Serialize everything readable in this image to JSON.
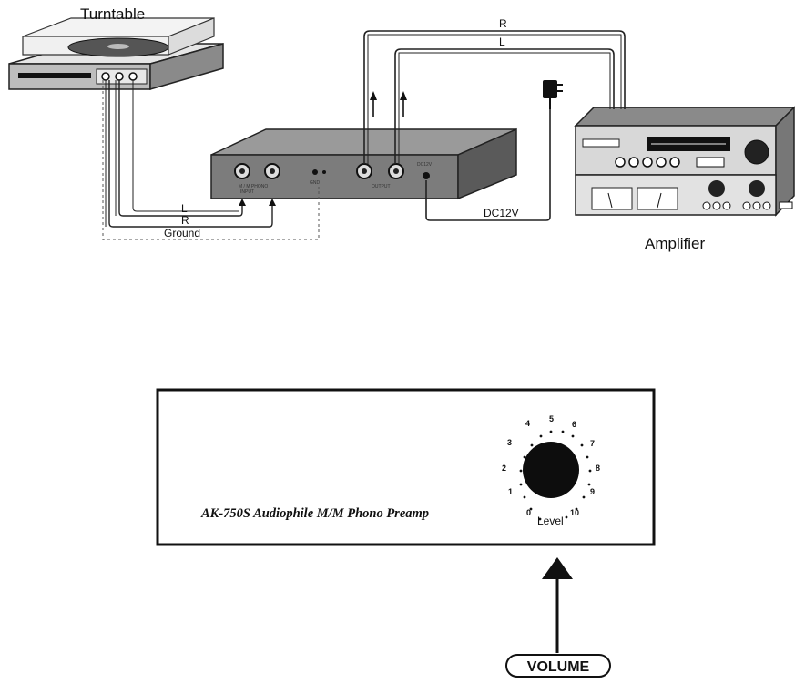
{
  "top_diagram": {
    "turntable_label": "Turntable",
    "amplifier_label": "Amplifier",
    "cable_L_bottom": "L",
    "cable_R_bottom": "R",
    "ground_label": "Ground",
    "cable_R_top": "R",
    "cable_L_top": "L",
    "power_label": "DC12V"
  },
  "front_panel": {
    "model_text": "AK-750S  Audiophile M/M   Phono Preamp",
    "knob_label": "Level",
    "scale": [
      "0",
      "1",
      "2",
      "3",
      "4",
      "5",
      "6",
      "7",
      "8",
      "9",
      "10"
    ],
    "callout": "VOLUME"
  }
}
